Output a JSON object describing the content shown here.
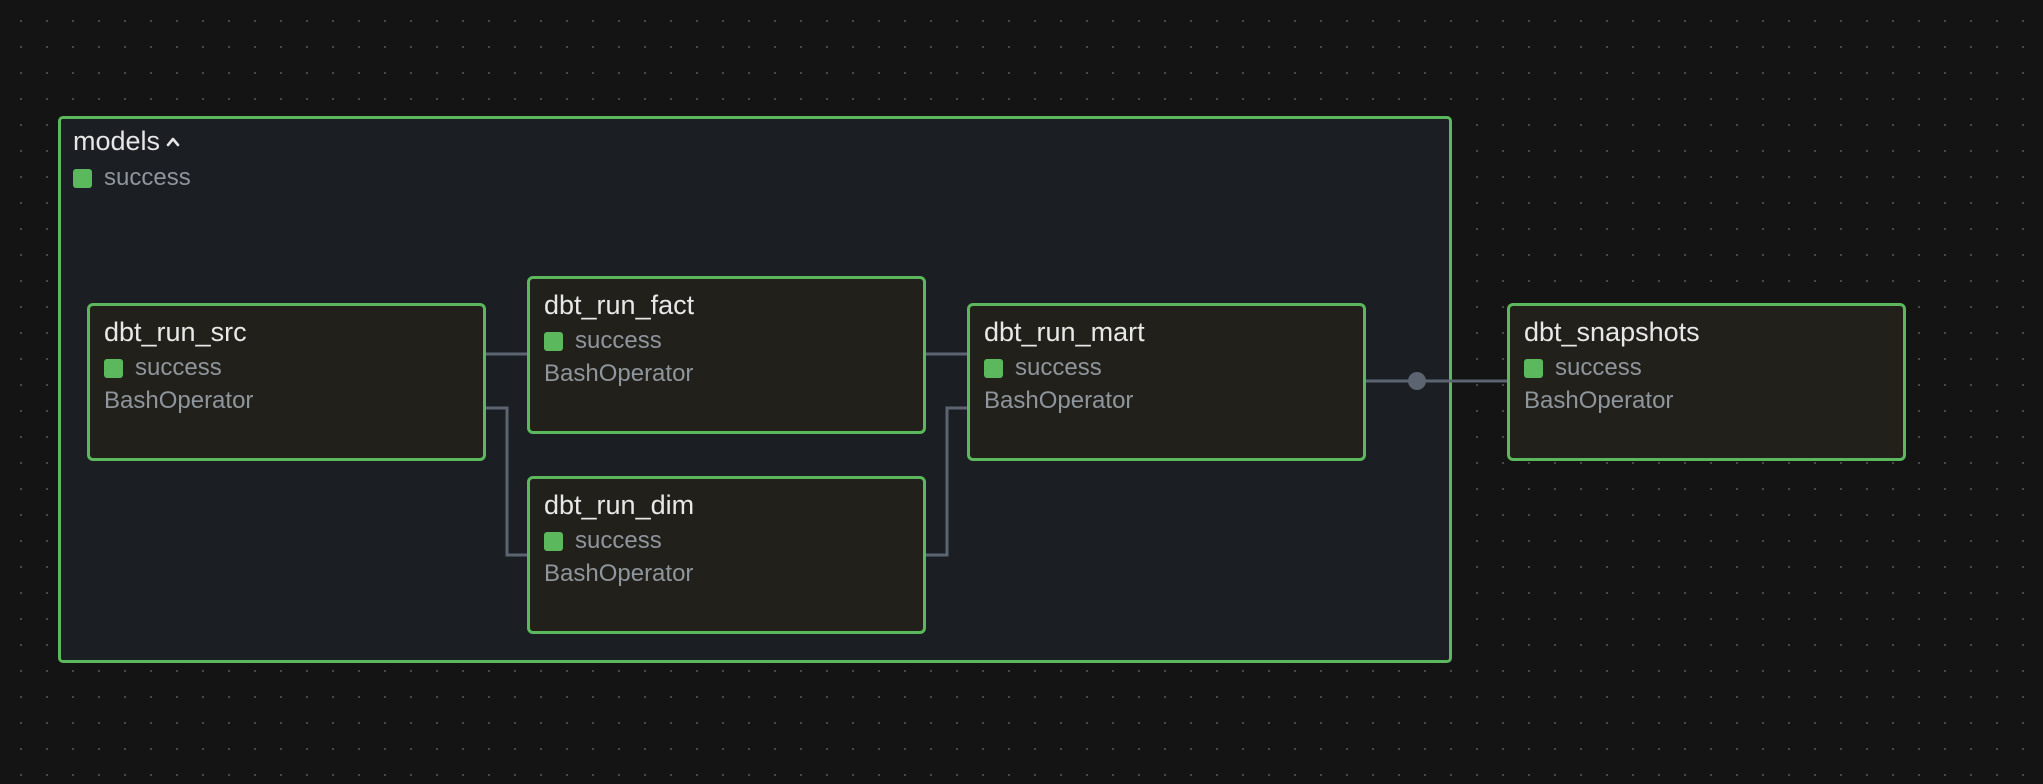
{
  "colors": {
    "success": "#5cb85c",
    "edge": "#5b6470",
    "background": "#141414",
    "group_fill": "#1b1f24",
    "node_fill": "#21201b"
  },
  "group": {
    "title": "models",
    "toggle_icon": "chevron-up-icon",
    "status": "success"
  },
  "nodes": {
    "dbt_run_src": {
      "title": "dbt_run_src",
      "status": "success",
      "operator": "BashOperator"
    },
    "dbt_run_fact": {
      "title": "dbt_run_fact",
      "status": "success",
      "operator": "BashOperator"
    },
    "dbt_run_dim": {
      "title": "dbt_run_dim",
      "status": "success",
      "operator": "BashOperator"
    },
    "dbt_run_mart": {
      "title": "dbt_run_mart",
      "status": "success",
      "operator": "BashOperator"
    },
    "dbt_snapshots": {
      "title": "dbt_snapshots",
      "status": "success",
      "operator": "BashOperator"
    }
  },
  "edges": [
    {
      "from": "dbt_run_src",
      "to": "dbt_run_fact"
    },
    {
      "from": "dbt_run_src",
      "to": "dbt_run_dim"
    },
    {
      "from": "dbt_run_fact",
      "to": "dbt_run_mart"
    },
    {
      "from": "dbt_run_dim",
      "to": "dbt_run_mart"
    },
    {
      "from": "dbt_run_mart",
      "to": "dbt_snapshots"
    }
  ]
}
